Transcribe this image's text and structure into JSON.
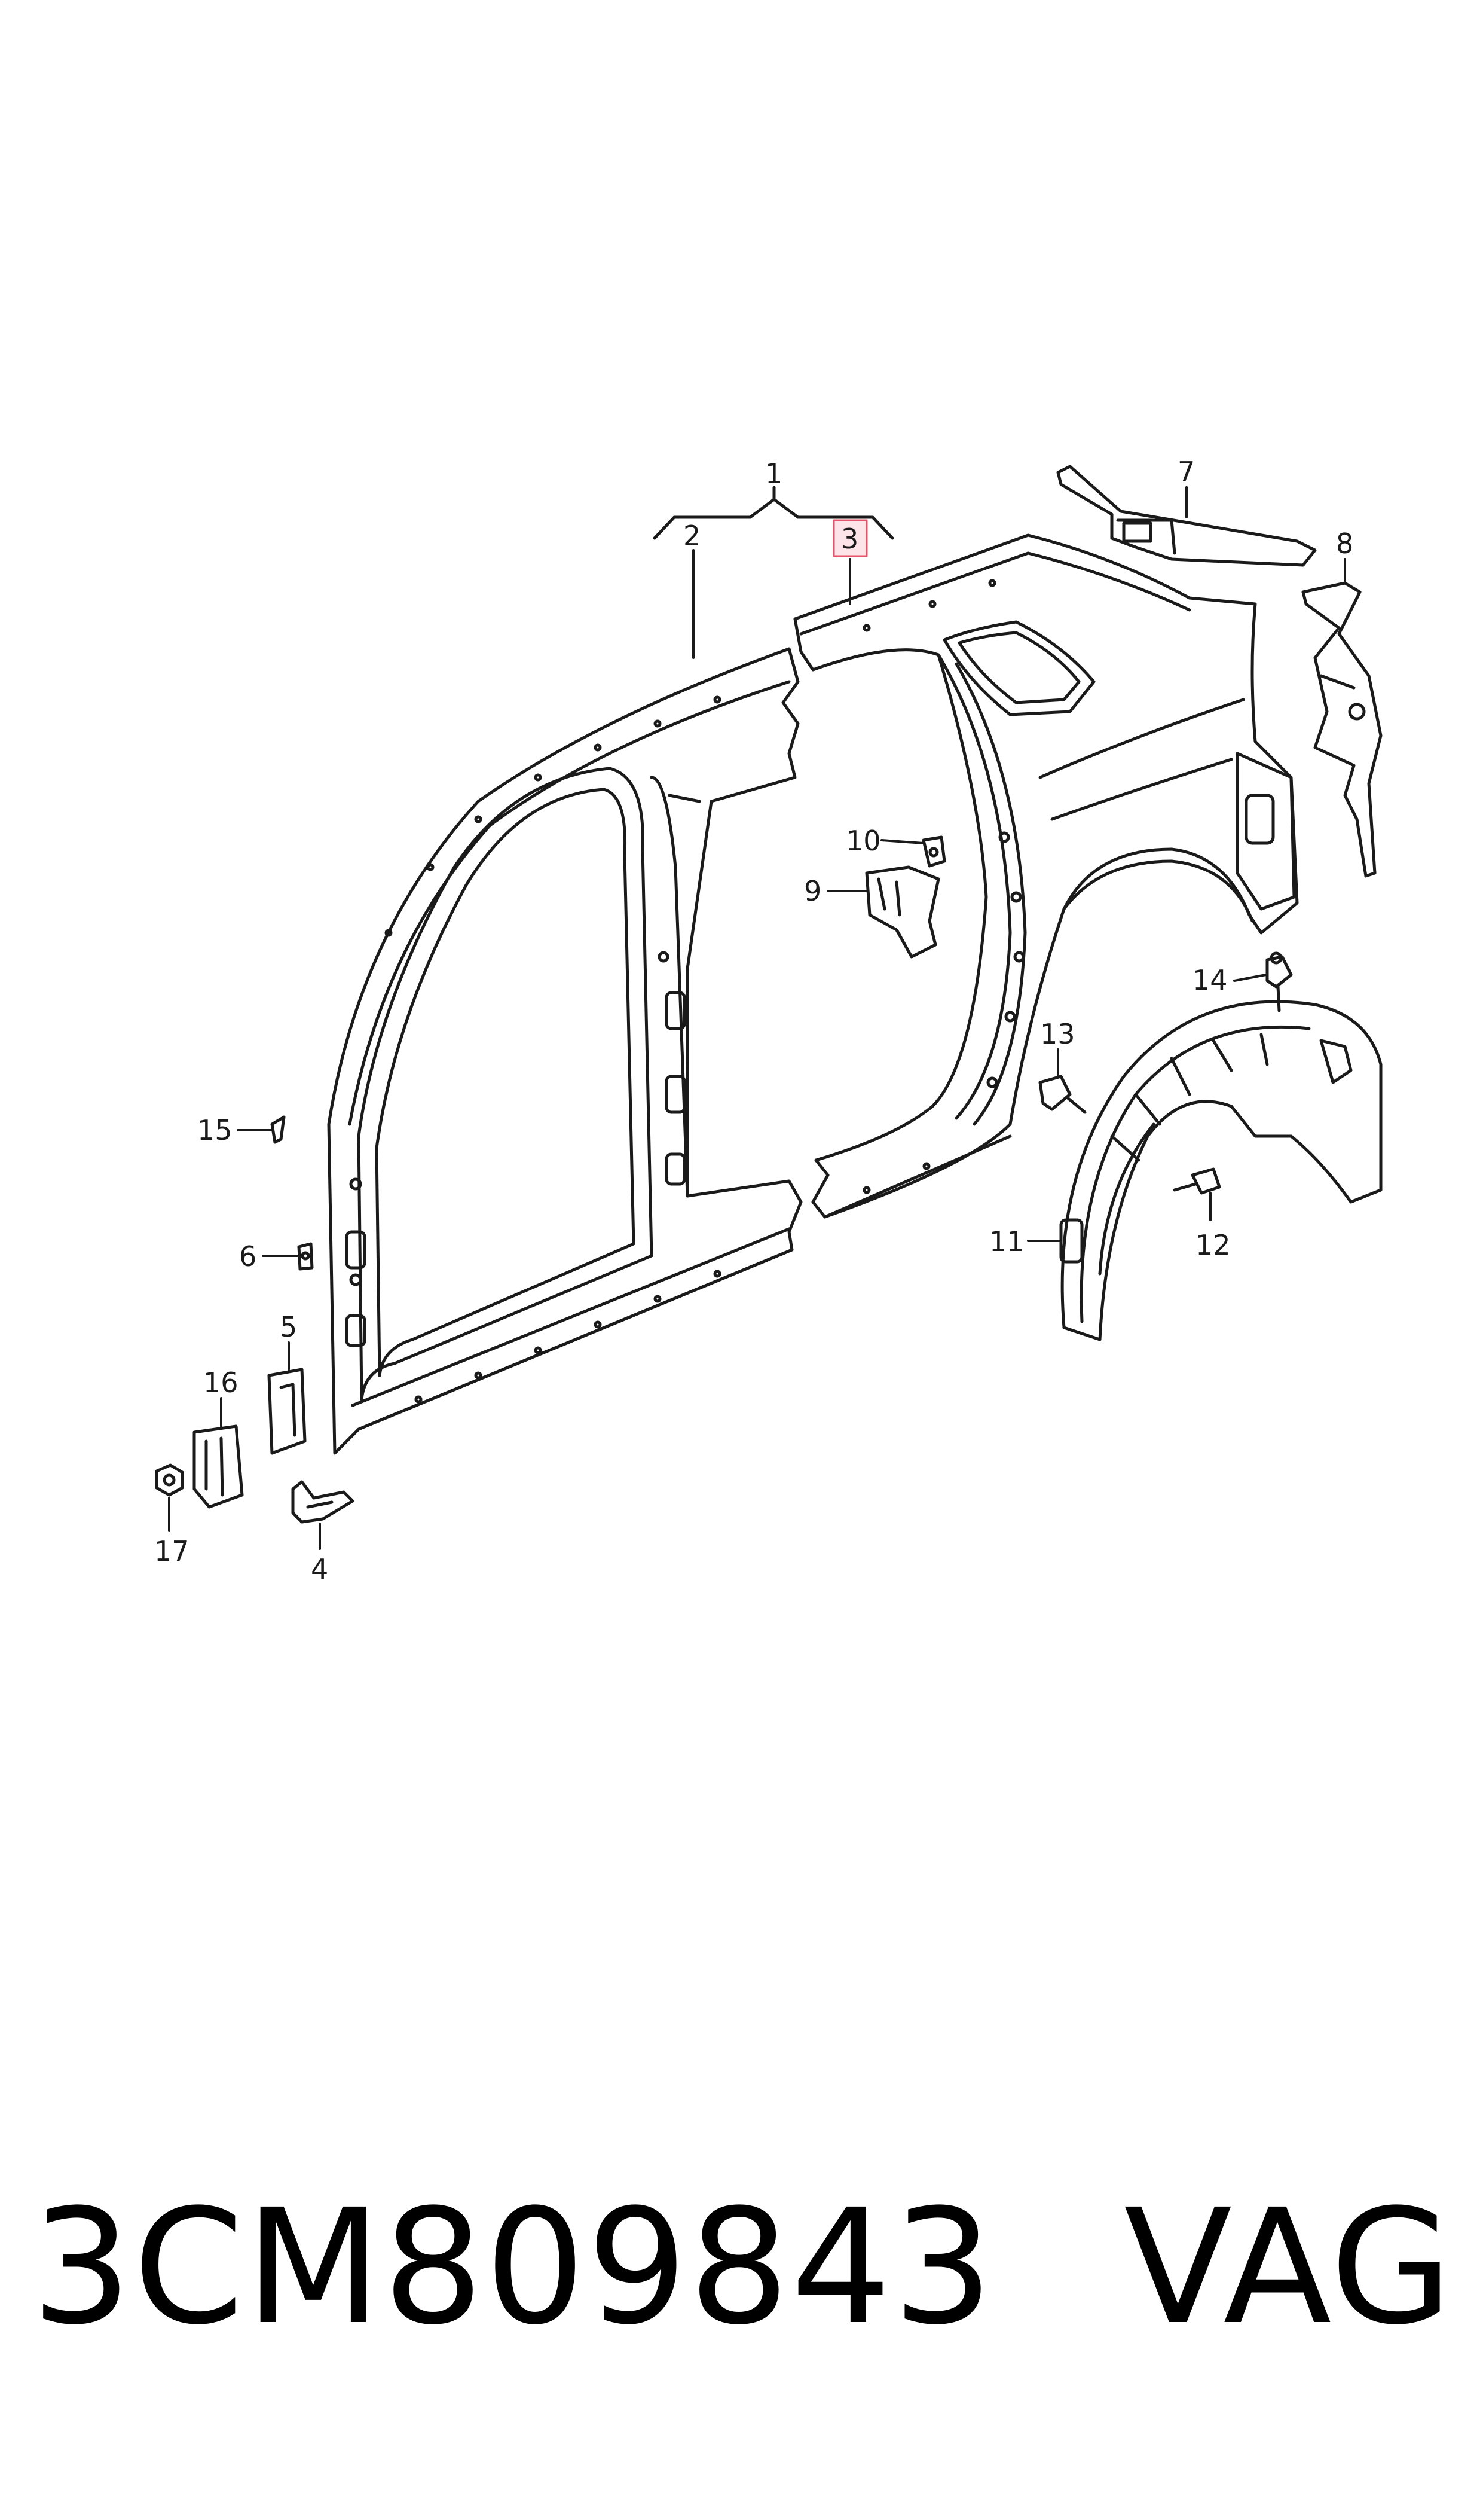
{
  "diagram": {
    "callouts": [
      {
        "id": "1",
        "label": "1"
      },
      {
        "id": "2",
        "label": "2"
      },
      {
        "id": "3",
        "label": "3"
      },
      {
        "id": "4",
        "label": "4"
      },
      {
        "id": "5",
        "label": "5"
      },
      {
        "id": "6",
        "label": "6"
      },
      {
        "id": "7",
        "label": "7"
      },
      {
        "id": "8",
        "label": "8"
      },
      {
        "id": "9",
        "label": "9"
      },
      {
        "id": "10",
        "label": "10"
      },
      {
        "id": "11",
        "label": "11"
      },
      {
        "id": "12",
        "label": "12"
      },
      {
        "id": "13",
        "label": "13"
      },
      {
        "id": "14",
        "label": "14"
      },
      {
        "id": "15",
        "label": "15"
      },
      {
        "id": "16",
        "label": "16"
      },
      {
        "id": "17",
        "label": "17"
      }
    ],
    "highlighted_callout": "3",
    "highlight_color": "#e5546a",
    "highlight_fill": "#fde4e8",
    "line_color": "#1a1a1a"
  },
  "footer": {
    "part_number": "3CM809843",
    "brand": "VAG"
  }
}
